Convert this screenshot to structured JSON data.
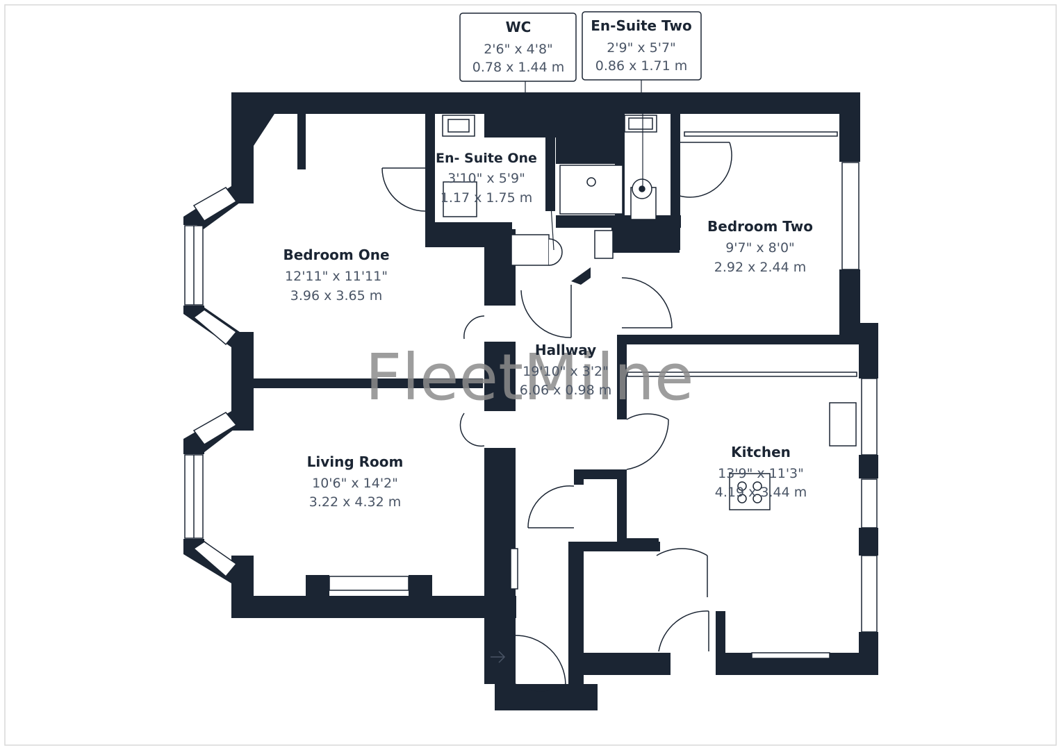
{
  "plan": {
    "wall_color": "#1b2533",
    "watermark": "FleetMilne",
    "callouts": [
      {
        "name": "WC",
        "dim_imperial": "2'6\" x 4'8\"",
        "dim_metric": "0.78 x 1.44 m"
      },
      {
        "name": "En-Suite Two",
        "dim_imperial": "2'9\" x 5'7\"",
        "dim_metric": "0.86 x 1.71 m"
      }
    ],
    "rooms": [
      {
        "name": "En- Suite One",
        "dim_imperial": "3'10\" x 5'9\"",
        "dim_metric": "1.17 x 1.75 m"
      },
      {
        "name": "Bedroom One",
        "dim_imperial": "12'11\" x 11'11\"",
        "dim_metric": "3.96 x 3.65 m"
      },
      {
        "name": "Bedroom Two",
        "dim_imperial": "9'7\" x 8'0\"",
        "dim_metric": "2.92 x 2.44 m"
      },
      {
        "name": "Hallway",
        "dim_imperial": "19'10\" x 3'2\"",
        "dim_metric": "6.06 x 0.98 m"
      },
      {
        "name": "Living Room",
        "dim_imperial": "10'6\" x 14'2\"",
        "dim_metric": "3.22 x 4.32 m"
      },
      {
        "name": "Kitchen",
        "dim_imperial": "13'9\" x 11'3\"",
        "dim_metric": "4.19 x 3.44 m"
      }
    ]
  }
}
